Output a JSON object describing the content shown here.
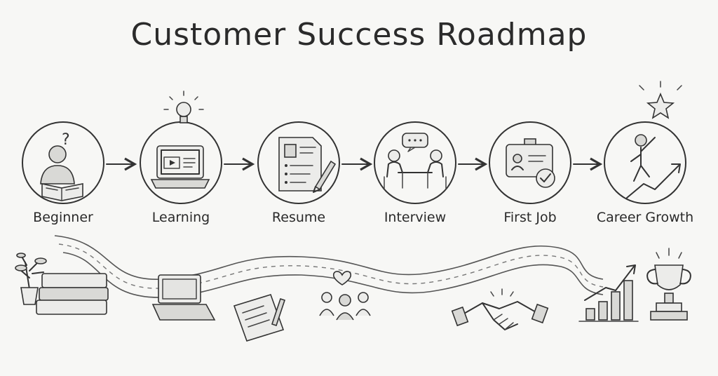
{
  "title": "Customer Success Roadmap",
  "steps": [
    {
      "label": "Beginner",
      "icon": "person-reading-icon"
    },
    {
      "label": "Learning",
      "icon": "laptop-video-icon"
    },
    {
      "label": "Resume",
      "icon": "resume-document-icon"
    },
    {
      "label": "Interview",
      "icon": "interview-icon"
    },
    {
      "label": "First Job",
      "icon": "id-badge-icon"
    },
    {
      "label": "Career Growth",
      "icon": "climbing-growth-icon"
    }
  ],
  "colors": {
    "ink": "#333333",
    "paper": "#f7f7f5"
  }
}
